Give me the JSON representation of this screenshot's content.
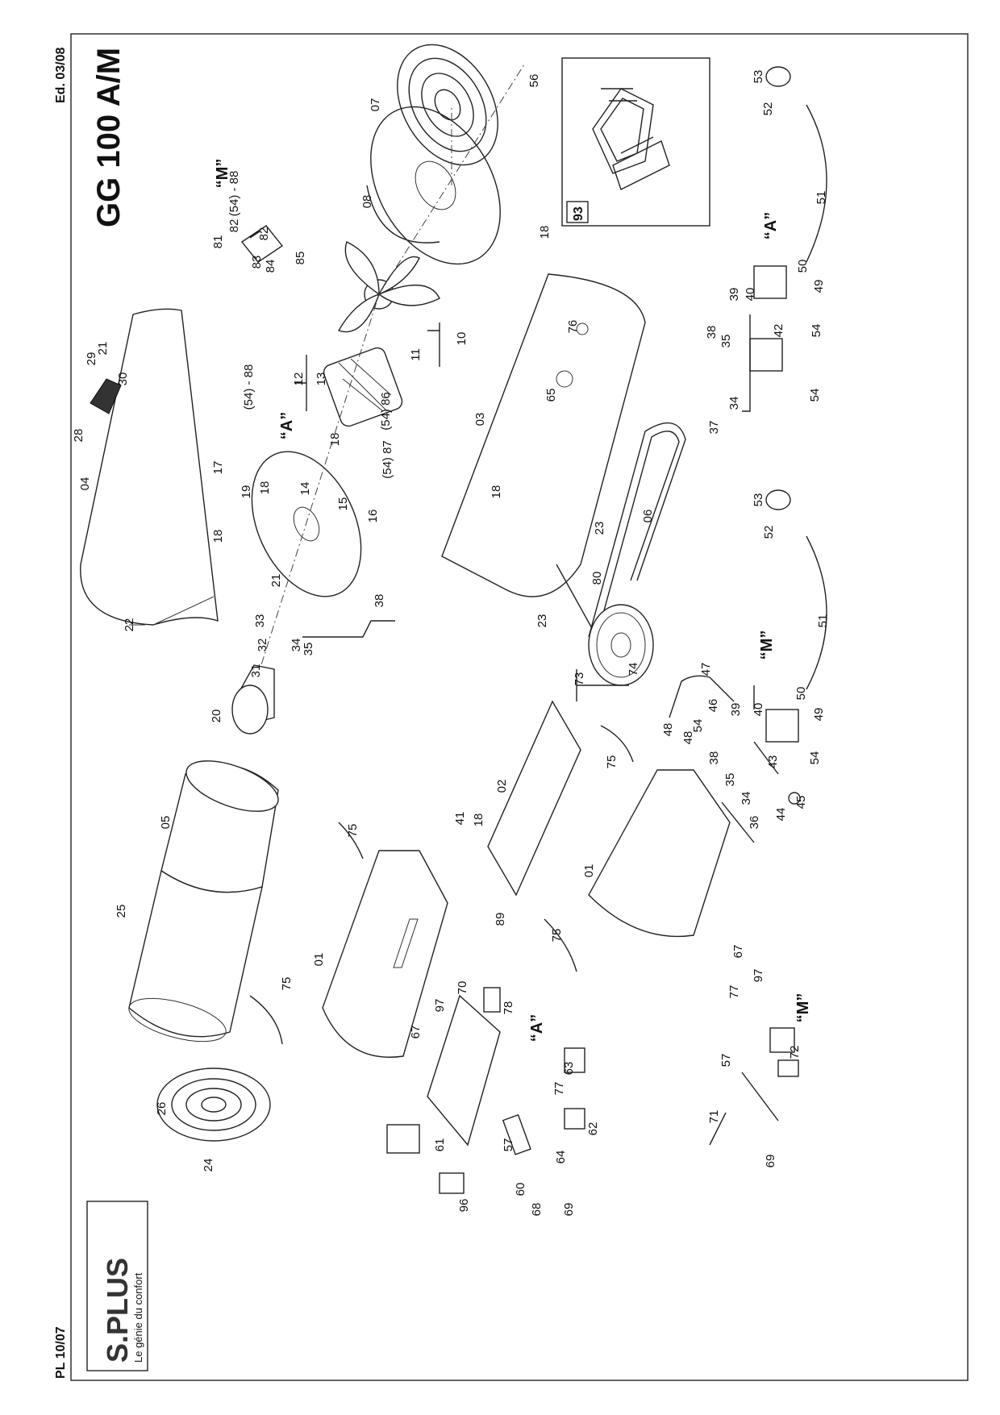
{
  "header": {
    "title": "GG 100 A/M",
    "edition": "Ed. 03/08",
    "plate": "PL 10/07"
  },
  "logo": {
    "brand": "S.PLUS",
    "tagline": "Le génie du confort"
  },
  "inset": {
    "label": "93"
  },
  "variant_marks": [
    "“M”",
    "“A”",
    "“A”",
    "“M”",
    "“A”",
    "“M”"
  ],
  "part_labels": [
    "04",
    "28",
    "29",
    "21",
    "30",
    "22",
    "81",
    "82",
    "83",
    "84",
    "85",
    "82",
    "(54) - 88",
    "17",
    "19",
    "18",
    "(54) - 88",
    "18",
    "21",
    "33",
    "32",
    "31",
    "34",
    "35",
    "38",
    "20",
    "05",
    "25",
    "75",
    "26",
    "24",
    "14",
    "18",
    "15",
    "16",
    "(54) 87",
    "(54) 86",
    "12",
    "13",
    "11",
    "10",
    "08",
    "07",
    "56",
    "53",
    "52",
    "51",
    "50",
    "49",
    "40",
    "39",
    "42",
    "38",
    "35",
    "54",
    "37",
    "34",
    "54",
    "18",
    "76",
    "65",
    "03",
    "18",
    "23",
    "06",
    "80",
    "23",
    "53",
    "52",
    "51",
    "50",
    "49",
    "73",
    "74",
    "47",
    "48",
    "48",
    "46",
    "54",
    "39",
    "40",
    "38",
    "43",
    "35",
    "34",
    "36",
    "44",
    "45",
    "54",
    "02",
    "75",
    "41",
    "18",
    "75",
    "01",
    "01",
    "75",
    "89",
    "78",
    "70",
    "67",
    "97",
    "63",
    "77",
    "62",
    "57",
    "64",
    "61",
    "60",
    "68",
    "69",
    "96",
    "67",
    "97",
    "77",
    "57",
    "72",
    "71",
    "69"
  ]
}
